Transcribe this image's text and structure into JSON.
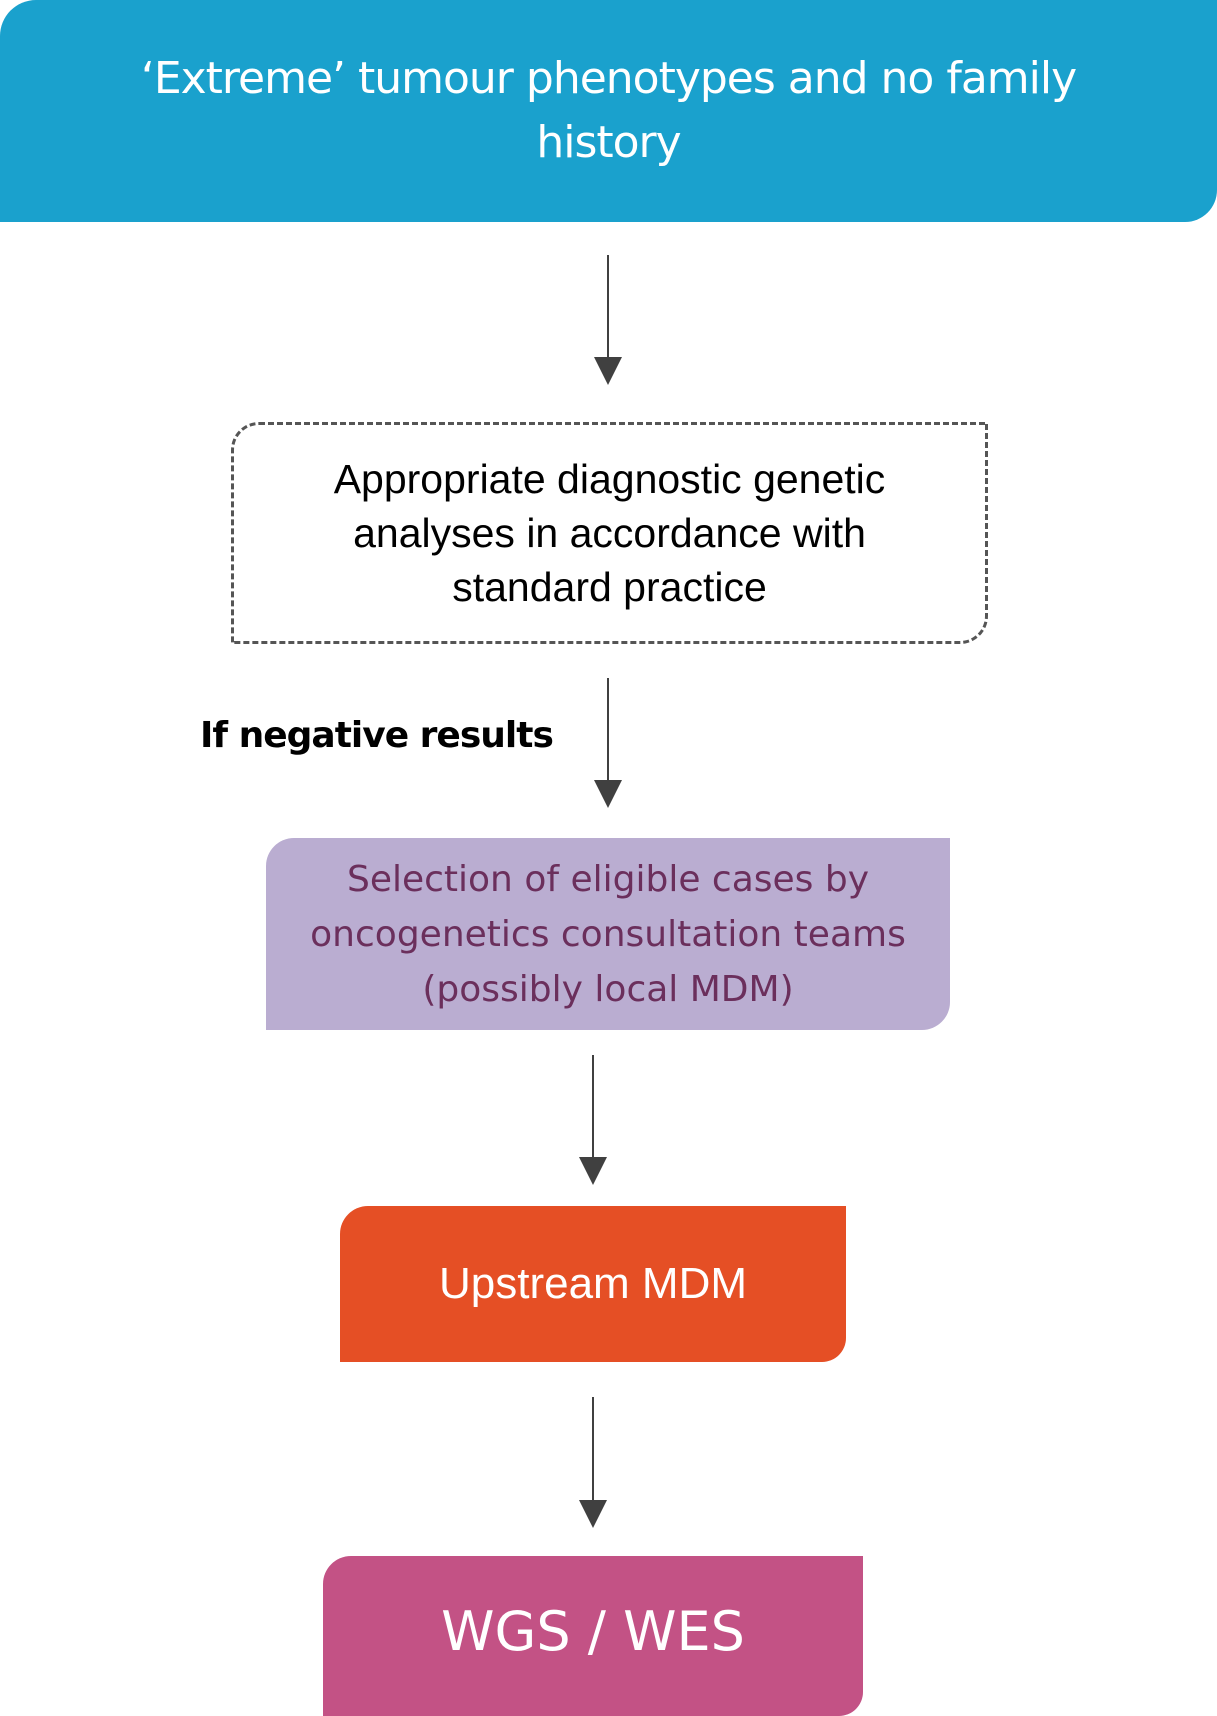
{
  "diagram": {
    "nodes": [
      {
        "id": "start",
        "text": "‘Extreme’ tumour phenotypes and no family history",
        "fill": "#1aa1cd",
        "text_color": "#ffffff"
      },
      {
        "id": "diagnostic",
        "text": "Appropriate diagnostic genetic analyses in accordance with standard practice",
        "fill": "#ffffff",
        "border": "dashed",
        "text_color": "#000000"
      },
      {
        "id": "selection",
        "text": "Selection of eligible cases by oncogenetics consultation teams (possibly local MDM)",
        "fill": "#baadd1",
        "text_color": "#6b2f5c"
      },
      {
        "id": "upstream",
        "text": "Upstream MDM",
        "fill": "#e54f25",
        "text_color": "#ffffff"
      },
      {
        "id": "sequencing",
        "text": "WGS / WES",
        "fill": "#c35285",
        "text_color": "#ffffff"
      }
    ],
    "edges": [
      {
        "from": "start",
        "to": "diagnostic",
        "label": ""
      },
      {
        "from": "diagnostic",
        "to": "selection",
        "label": "If negative results"
      },
      {
        "from": "selection",
        "to": "upstream",
        "label": ""
      },
      {
        "from": "upstream",
        "to": "sequencing",
        "label": ""
      }
    ],
    "arrow_color": "#404040"
  }
}
